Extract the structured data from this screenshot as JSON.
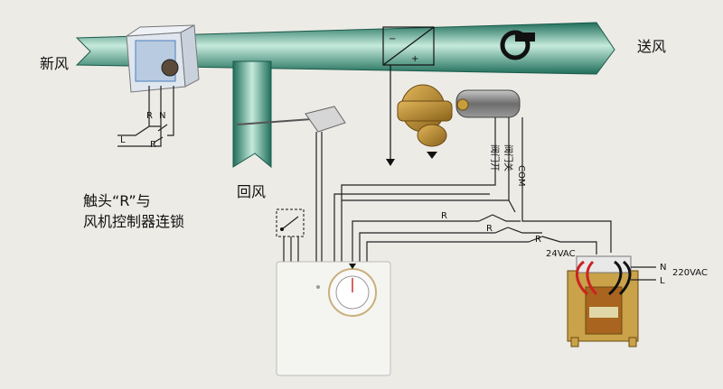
{
  "labels": {
    "fresh_air": "新风",
    "supply_air": "送风",
    "return_air": "回风",
    "note_line1": "触头“R”与",
    "note_line2": "风机控制器连锁",
    "valve_open": "阀门开",
    "valve_close": "阀门关",
    "com": "COM",
    "r": "R",
    "n": "N",
    "l": "L",
    "v24": "24VAC",
    "v220": "220VAC",
    "minus": "−",
    "plus": "+"
  },
  "colors": {
    "background": "#ecebe6",
    "duct": "#2f8f78",
    "duct_highlight": "#bfe6d8",
    "brass": "#b8892a",
    "actuator": "#8a8a8a",
    "thermostat": "#f4f4f1",
    "transformer_core": "#c9a24a",
    "red_wire": "#cc2222",
    "black_wire": "#111111"
  }
}
